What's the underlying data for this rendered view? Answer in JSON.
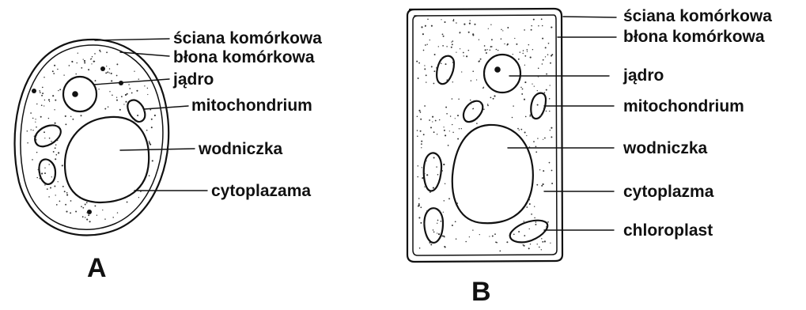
{
  "cell_a": {
    "letter": "A",
    "labels": {
      "cell_wall": "ściana komórkowa",
      "cell_membrane": "błona komórkowa",
      "nucleus": "jądro",
      "mitochondrion": "mitochondrium",
      "vacuole": "wodniczka",
      "cytoplasm": "cytoplazama"
    }
  },
  "cell_b": {
    "letter": "B",
    "labels": {
      "cell_wall": "ściana komórkowa",
      "cell_membrane": "błona komórkowa",
      "nucleus": "jądro",
      "mitochondrion": "mitochondrium",
      "vacuole": "wodniczka",
      "cytoplasm": "cytoplazma",
      "chloroplast": "chloroplast"
    }
  },
  "colors": {
    "ink": "#111111",
    "background": "#ffffff"
  }
}
